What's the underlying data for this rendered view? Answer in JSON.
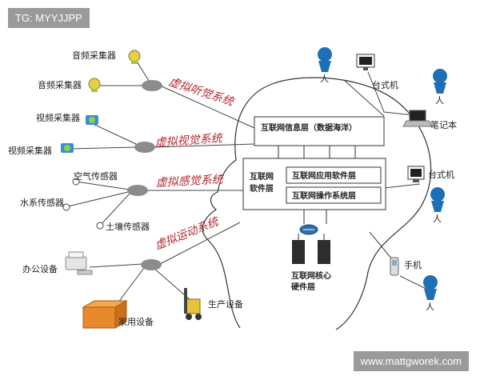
{
  "watermark_top": "TG: MYYJJPP",
  "watermark_bottom": "www.mattgworek.com",
  "systems": {
    "hearing": "虚拟听觉系统",
    "vision": "虚拟视觉系统",
    "sensing": "虚拟感觉系统",
    "motion": "虚拟运动系统"
  },
  "devices": {
    "audio1": "音频采集器",
    "audio2": "音频采集器",
    "video1": "视频采集器",
    "video2": "视频采集器",
    "air": "空气传感器",
    "water": "水系传感器",
    "soil": "土壤传感器",
    "office": "办公设备",
    "home": "家用设备",
    "production": "生产设备"
  },
  "layers": {
    "info": "互联网信息层（数据海洋）",
    "software_line1": "互联网",
    "software_line2": "软件层",
    "app": "互联网应用软件层",
    "os": "互联网操作系统层",
    "hardware_line1": "互联网核心",
    "hardware_line2": "硬件层"
  },
  "endpoints": {
    "person": "人",
    "desktop1": "台式机",
    "laptop": "笔记本",
    "desktop2": "台式机",
    "phone": "手机"
  },
  "colors": {
    "hub": "#8c8c8c",
    "system_text": "#b3262e",
    "person": "#1e6fb5",
    "box_fill": "#ffffff"
  }
}
